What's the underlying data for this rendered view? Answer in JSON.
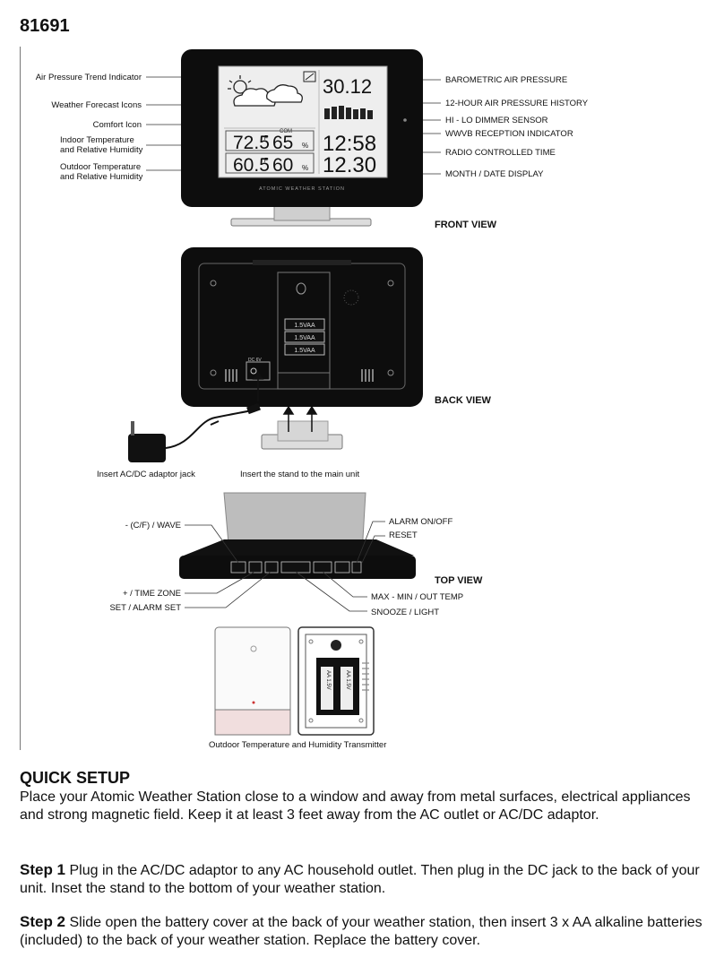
{
  "model_number": "81691",
  "front_view": {
    "view_label": "FRONT VIEW",
    "left_labels": [
      "Air Pressure Trend Indicator",
      "Weather Forecast Icons",
      "Comfort Icon",
      "Indoor Temperature",
      "and Relative Humidity",
      "Outdoor Temperature",
      "and Relative Humidity"
    ],
    "right_labels": [
      "BAROMETRIC AIR PRESSURE",
      "12-HOUR AIR PRESSURE HISTORY",
      "HI - LO DIMMER SENSOR",
      "WWVB RECEPTION INDICATOR",
      "RADIO CONTROLLED TIME",
      "MONTH / DATE DISPLAY"
    ],
    "display": {
      "pressure": "30.12",
      "indoor_temp": "72.5",
      "indoor_unit": "°F",
      "indoor_humidity": "65",
      "outdoor_temp": "60.5",
      "outdoor_unit": "°F",
      "outdoor_humidity": "60",
      "percent": "%",
      "time": "12:58",
      "date": "12.30",
      "comfort": "COM",
      "brand_strip": "ATOMIC WEATHER STATION"
    }
  },
  "back_view": {
    "view_label": "BACK VIEW",
    "battery_label": "1.5V AA",
    "dc_label": "DC 6V",
    "caption_adaptor": "Insert AC/DC adaptor jack",
    "caption_stand": "Insert the stand to the main unit"
  },
  "top_view": {
    "view_label": "TOP VIEW",
    "left_labels": [
      "- (C/F) / WAVE",
      "+ / TIME ZONE",
      "SET / ALARM SET"
    ],
    "right_labels": [
      "ALARM ON/OFF",
      "RESET",
      "MAX - MIN / OUT TEMP",
      "SNOOZE / LIGHT"
    ]
  },
  "transmitter": {
    "caption": "Outdoor Temperature and Humidity Transmitter",
    "battery_label": "AA 1.5V"
  },
  "quick_setup": {
    "heading": "QUICK SETUP",
    "intro": "Place your Atomic Weather Station close to a window and away from metal surfaces, electrical appliances and strong magnetic field.  Keep it at least 3 feet away from the AC outlet or AC/DC adaptor.",
    "step1_title": "Step 1",
    "step1_text": " Plug in the AC/DC adaptor to any AC household outlet. Then plug in the DC jack to the back of your unit. Inset the stand to the bottom of your weather station.",
    "step2_title": "Step 2",
    "step2_text": " Slide open the battery cover at the back of your weather station, then insert 3 x AA alkaline batteries (included) to the back of your weather station.  Replace the battery cover."
  }
}
